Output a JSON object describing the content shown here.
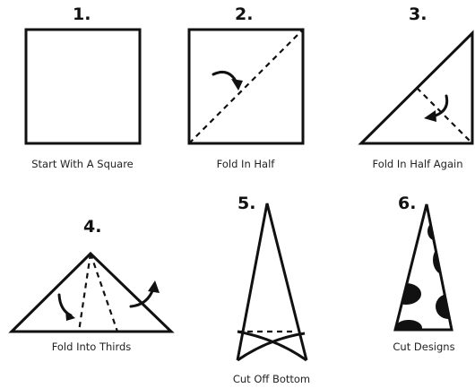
{
  "steps": [
    {
      "number": "1.",
      "caption": "Start With A Square"
    },
    {
      "number": "2.",
      "caption": "Fold In Half"
    },
    {
      "number": "3.",
      "caption": "Fold In Half Again"
    },
    {
      "number": "4.",
      "caption": "Fold Into Thirds"
    },
    {
      "number": "5.",
      "caption": "Cut Off Bottom"
    },
    {
      "number": "6.",
      "caption": "Cut Designs"
    }
  ]
}
